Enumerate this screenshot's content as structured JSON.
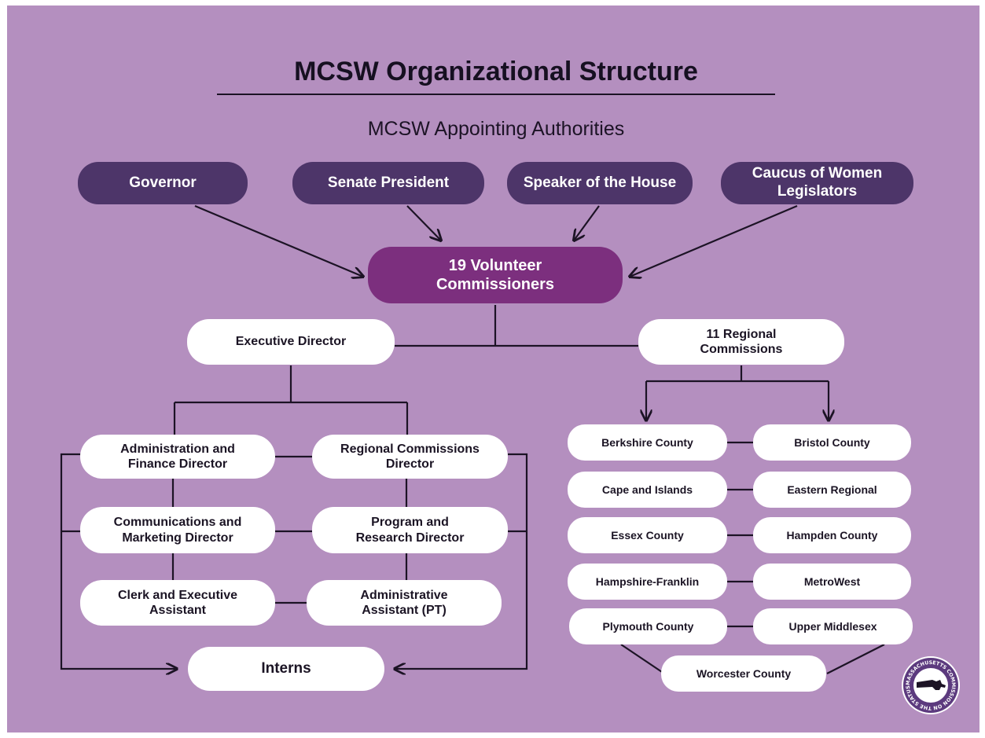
{
  "title": "MCSW Organizational Structure",
  "subtitle": "MCSW Appointing Authorities",
  "appointing_authorities": [
    "Governor",
    "Senate President",
    "Speaker of the House",
    "Caucus of Women Legislators"
  ],
  "commissioners": "19 Volunteer Commissioners",
  "executive_director": "Executive Director",
  "regional_commissions": "11 Regional Commissions",
  "staff": {
    "admin_finance": "Administration and Finance Director",
    "regional_director": "Regional Commissions Director",
    "communications": "Communications and Marketing Director",
    "program_research": "Program and Research Director",
    "clerk": "Clerk and Executive Assistant",
    "admin_assistant": "Administrative Assistant (PT)",
    "interns": "Interns"
  },
  "regions": {
    "berkshire": "Berkshire County",
    "bristol": "Bristol County",
    "cape": "Cape and Islands",
    "eastern": "Eastern Regional",
    "essex": "Essex County",
    "hampden": "Hampden County",
    "hampshire": "Hampshire-Franklin",
    "metrowest": "MetroWest",
    "plymouth": "Plymouth County",
    "upper_middlesex": "Upper Middlesex",
    "worcester": "Worcester County"
  },
  "seal_text": "MASSACHUSETTS COMMISSION ON THE STATUS OF WOMEN",
  "colors": {
    "background": "#b48fbf",
    "authority_box": "#4d3569",
    "commissioners_box": "#7c2f7e",
    "staff_box": "#ffffff",
    "lines": "#1c1325"
  }
}
